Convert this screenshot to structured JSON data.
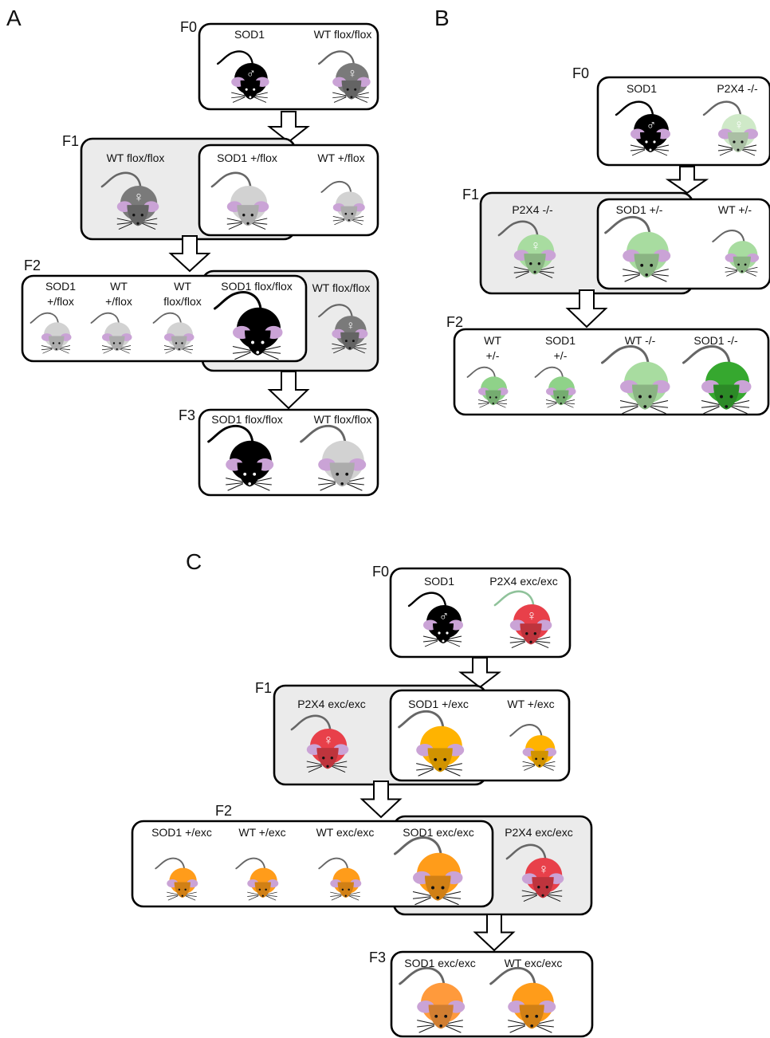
{
  "panels": {
    "A": {
      "letter": "A",
      "f0": {
        "label": "F0",
        "mice": [
          "SOD1",
          "WT flox/flox"
        ]
      },
      "f1": {
        "label": "F1",
        "female": "WT flox/flox",
        "mice": [
          "SOD1 +/flox",
          "WT +/flox"
        ]
      },
      "f2": {
        "label": "F2",
        "female": "WT flox/flox",
        "mice": [
          [
            "SOD1",
            "+/flox"
          ],
          [
            "WT",
            "+/flox"
          ],
          [
            "WT",
            "flox/flox"
          ],
          [
            "SOD1 flox/flox"
          ]
        ]
      },
      "f3": {
        "label": "F3",
        "mice": [
          "SOD1 flox/flox",
          "WT flox/flox"
        ]
      }
    },
    "B": {
      "letter": "B",
      "f0": {
        "label": "F0",
        "mice": [
          "SOD1",
          "P2X4 -/-"
        ]
      },
      "f1": {
        "label": "F1",
        "female": "P2X4 -/-",
        "mice": [
          "SOD1 +/-",
          "WT +/-"
        ]
      },
      "f2": {
        "label": "F2",
        "mice": [
          [
            "WT",
            "+/-"
          ],
          [
            "SOD1",
            "+/-"
          ],
          [
            "WT -/-"
          ],
          [
            "SOD1 -/-"
          ]
        ]
      }
    },
    "C": {
      "letter": "C",
      "f0": {
        "label": "F0",
        "mice": [
          "SOD1",
          "P2X4 exc/exc"
        ]
      },
      "f1": {
        "label": "F1",
        "female": "P2X4 exc/exc",
        "mice": [
          "SOD1 +/exc",
          "WT +/exc"
        ]
      },
      "f2": {
        "label": "F2",
        "female": "P2X4 exc/exc",
        "mice": [
          [
            "SOD1 +/exc"
          ],
          [
            "WT +/exc"
          ],
          [
            "WT exc/exc"
          ],
          [
            "SOD1 exc/exc"
          ]
        ]
      },
      "f3": {
        "label": "F3",
        "mice": [
          "SOD1 exc/exc",
          "WT exc/exc"
        ]
      }
    }
  },
  "symbols": {
    "male": "♂",
    "female": "♀"
  },
  "colors": {
    "black": "#000000",
    "dark_gray": "#7a7a7a",
    "light_gray": "#d2d2d2",
    "pale_green": "#cfe9c8",
    "light_green": "#a8dca0",
    "green": "#8fd289",
    "dark_green": "#36a82f",
    "red": "#e8404a",
    "yellow": "#ffb300",
    "orange": "#ff9c1a",
    "light_orange": "#ff9a3c",
    "ear_pink": "#caa3d6",
    "shade": "#ebebeb"
  }
}
